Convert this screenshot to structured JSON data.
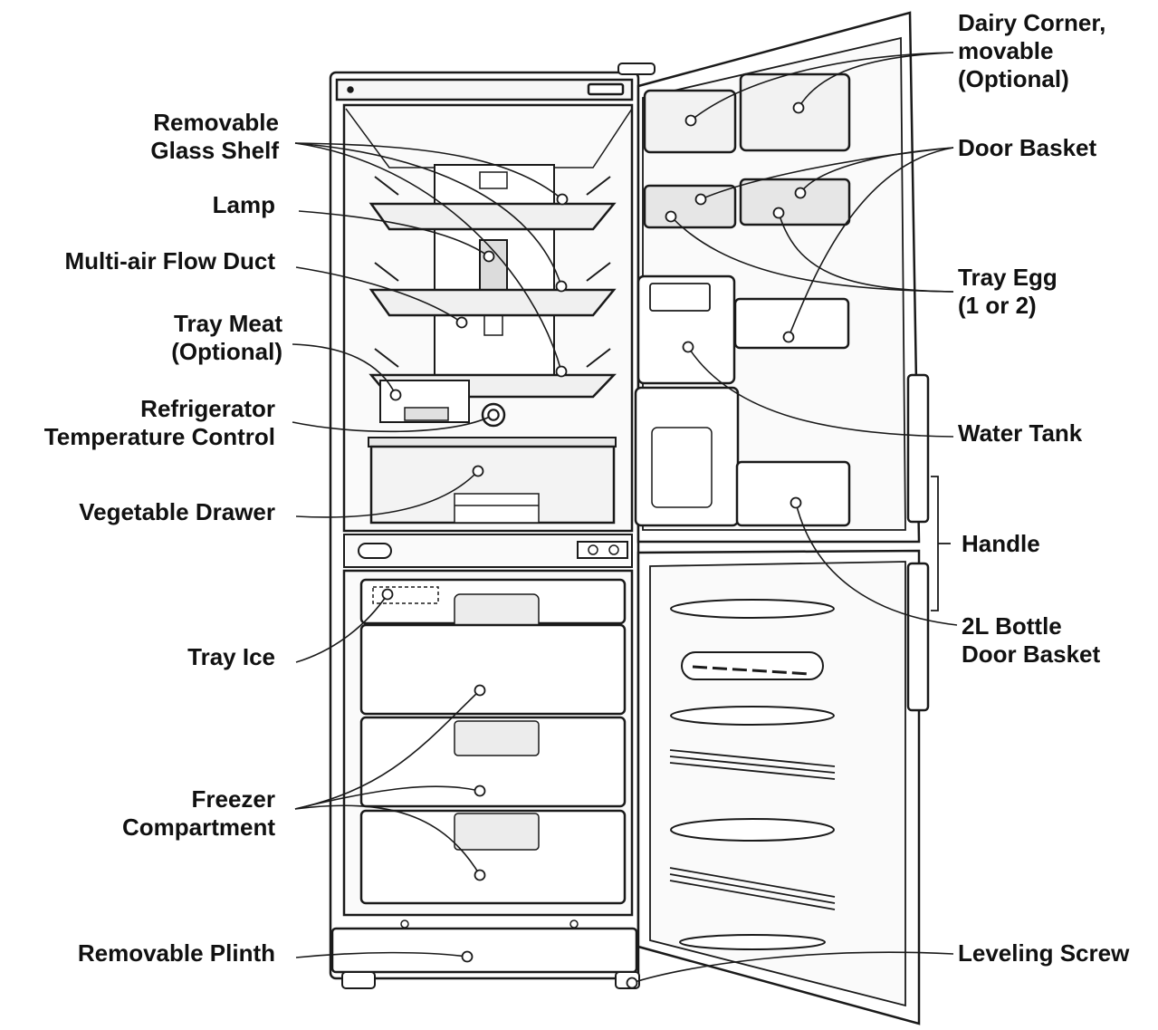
{
  "labels": {
    "removable_glass_shelf": [
      "Removable",
      "Glass Shelf"
    ],
    "lamp": [
      "Lamp"
    ],
    "multi_air_flow_duct": [
      "Multi-air Flow Duct"
    ],
    "tray_meat": [
      "Tray Meat",
      "(Optional)"
    ],
    "refrigerator_temperature_control": [
      "Refrigerator",
      "Temperature Control"
    ],
    "vegetable_drawer": [
      "Vegetable Drawer"
    ],
    "tray_ice": [
      "Tray Ice"
    ],
    "freezer_compartment": [
      "Freezer",
      "Compartment"
    ],
    "removable_plinth": [
      "Removable Plinth"
    ],
    "dairy_corner": [
      "Dairy Corner,",
      "movable",
      "(Optional)"
    ],
    "door_basket": [
      "Door Basket"
    ],
    "tray_egg": [
      "Tray Egg",
      "(1 or 2)"
    ],
    "water_tank": [
      "Water Tank"
    ],
    "handle": [
      "Handle"
    ],
    "bottle_door_basket": [
      "2L Bottle",
      "Door Basket"
    ],
    "leveling_screw": [
      "Leveling Screw"
    ]
  },
  "colors": {
    "line": "#1a1a1a",
    "fill_light": "#f2f2f2",
    "fill_mid": "#dcdcdc",
    "background": "#ffffff"
  }
}
